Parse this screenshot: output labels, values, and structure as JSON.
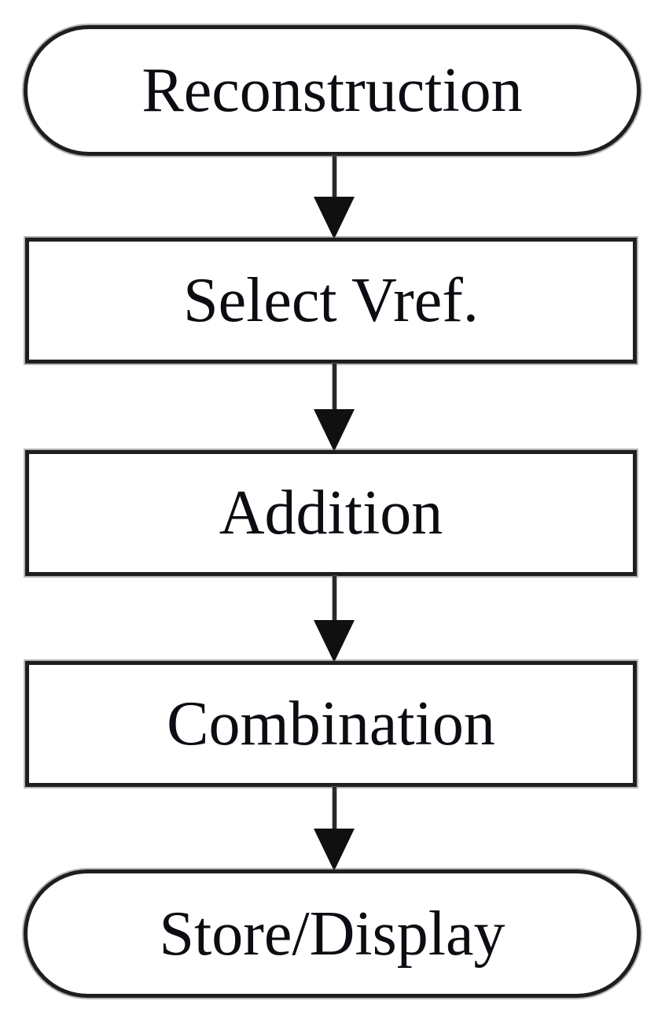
{
  "diagram": {
    "type": "flowchart",
    "direction": "top-down",
    "colors": {
      "background": "#ffffff",
      "node_fill": "#ffffff",
      "node_border": "#1e1e1e",
      "text": "#0c0c12",
      "arrow": "#101010"
    },
    "nodes": [
      {
        "id": "reconstruction",
        "label": "Reconstruction",
        "shape": "terminator"
      },
      {
        "id": "select-vref",
        "label": "Select Vref.",
        "shape": "process"
      },
      {
        "id": "addition",
        "label": "Addition",
        "shape": "process"
      },
      {
        "id": "combination",
        "label": "Combination",
        "shape": "process"
      },
      {
        "id": "store-display",
        "label": "Store/Display",
        "shape": "terminator"
      }
    ],
    "edges": [
      {
        "from": "reconstruction",
        "to": "select-vref",
        "style": "arrow-down"
      },
      {
        "from": "select-vref",
        "to": "addition",
        "style": "arrow-down"
      },
      {
        "from": "addition",
        "to": "combination",
        "style": "arrow-down"
      },
      {
        "from": "combination",
        "to": "store-display",
        "style": "arrow-down"
      }
    ]
  }
}
